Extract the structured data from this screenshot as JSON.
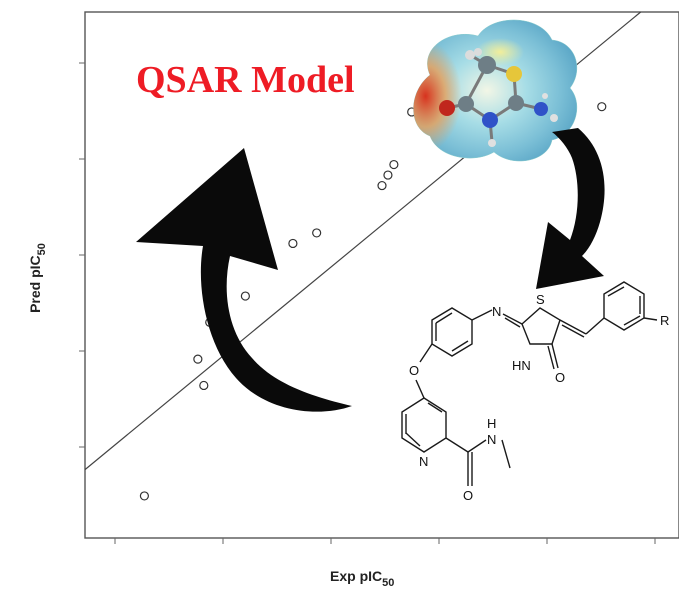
{
  "title": "QSAR Model",
  "chart_data": {
    "type": "scatter",
    "xlabel_main": "Exp pIC",
    "xlabel_sub": "50",
    "ylabel_main": "Pred pIC",
    "ylabel_sub": "50",
    "points": [
      {
        "x": 0.1,
        "y": 0.08
      },
      {
        "x": 0.19,
        "y": 0.34
      },
      {
        "x": 0.23,
        "y": 0.49
      },
      {
        "x": 0.2,
        "y": 0.29
      },
      {
        "x": 0.39,
        "y": 0.58
      },
      {
        "x": 0.5,
        "y": 0.67
      },
      {
        "x": 0.52,
        "y": 0.71
      },
      {
        "x": 0.51,
        "y": 0.69
      },
      {
        "x": 0.55,
        "y": 0.81
      },
      {
        "x": 0.6,
        "y": 0.8
      },
      {
        "x": 0.35,
        "y": 0.56
      },
      {
        "x": 0.31,
        "y": 0.53
      },
      {
        "x": 0.21,
        "y": 0.41
      },
      {
        "x": 0.27,
        "y": 0.46
      },
      {
        "x": 0.69,
        "y": 0.83
      },
      {
        "x": 0.87,
        "y": 0.82
      }
    ],
    "fit_line": {
      "x": [
        0.0,
        1.0
      ],
      "y": [
        0.13,
        1.06
      ]
    },
    "xlim": [
      0,
      1
    ],
    "ylim": [
      0,
      1
    ],
    "grid": false
  },
  "molecule": {
    "labels": {
      "N_imine": "N",
      "S_ring": "S",
      "NH_ring": "HN",
      "O_carbonyl": "O",
      "O_ether": "O",
      "N_pyridine": "N",
      "H_amide": "H",
      "N_amide": "N",
      "O_amide": "O",
      "R_group": "R"
    }
  },
  "colors": {
    "title": "#ee1c25",
    "points": "#333333",
    "arrow": "#0a0a0a"
  },
  "icons": {
    "arrow_up": "curved-arrow-up-icon",
    "arrow_down": "curved-arrow-down-icon",
    "molecule_3d": "electrostatic-potential-molecule-icon"
  }
}
